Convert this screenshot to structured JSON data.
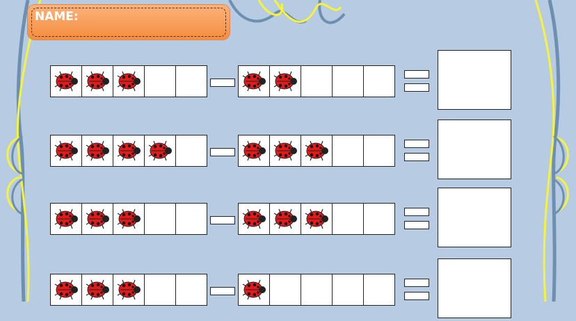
{
  "header": {
    "name_label": "NAME:"
  },
  "colors": {
    "background": "#b7cbe3",
    "name_box": "#f79a55",
    "border_yellow": "#f6f33a",
    "border_blue": "#6d8fb0",
    "ladybug_red": "#e11a1a"
  },
  "icons": {
    "counter": "ladybug-icon"
  },
  "problems": [
    {
      "minuend": 3,
      "subtrahend": 2
    },
    {
      "minuend": 4,
      "subtrahend": 3
    },
    {
      "minuend": 3,
      "subtrahend": 3
    },
    {
      "minuend": 3,
      "subtrahend": 1
    }
  ]
}
